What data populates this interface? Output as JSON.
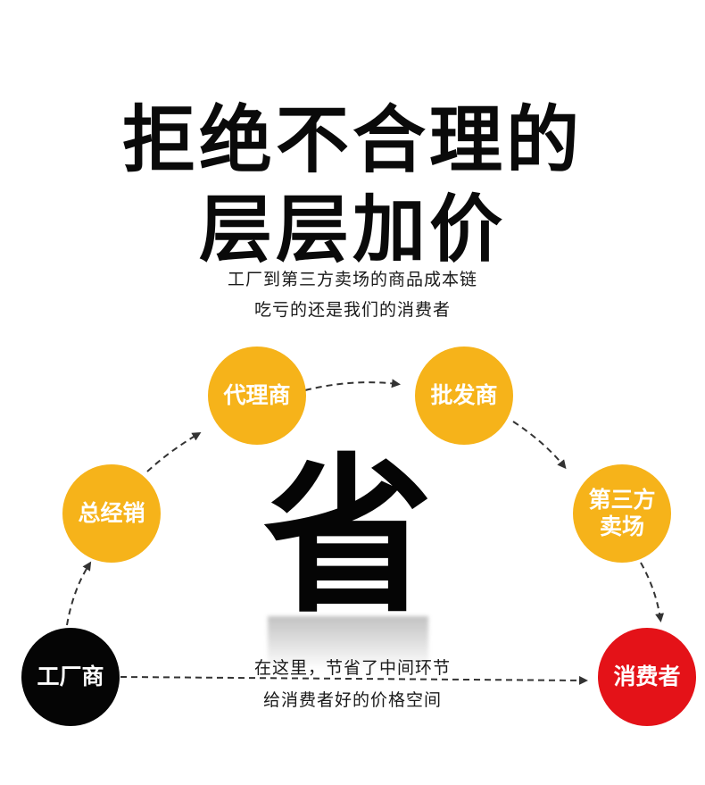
{
  "title": {
    "line1": "拒绝不合理的",
    "line2": "层层加价"
  },
  "subtitle": {
    "line1": "工厂到第三方卖场的商品成本链",
    "line2": "吃亏的还是我们的消费者"
  },
  "nodes": {
    "factory": "工厂商",
    "general_distributor": "总经销",
    "agent": "代理商",
    "wholesaler": "批发商",
    "third_party_line1": "第三方",
    "third_party_line2": "卖场",
    "consumer": "消费者"
  },
  "center_char": "省",
  "bottom_text": {
    "line1": "在这里，节省了中间环节",
    "line2": "给消费者好的价格空间"
  },
  "colors": {
    "node_yellow": "#f6b31a",
    "node_black": "#050505",
    "node_red": "#e41218",
    "arrow": "#333333"
  }
}
